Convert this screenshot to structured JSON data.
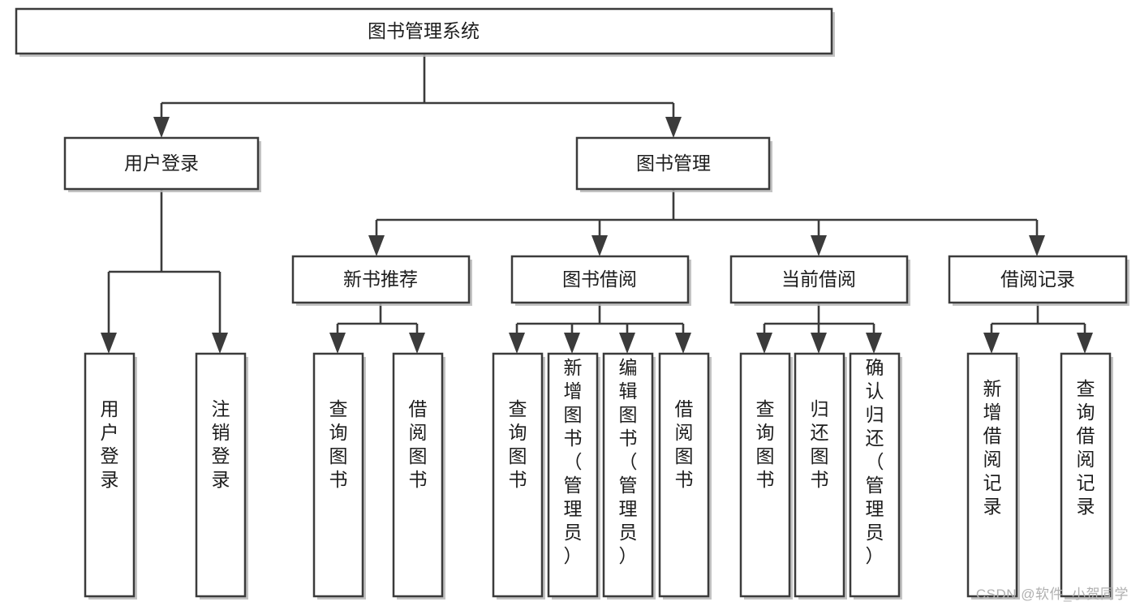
{
  "diagram": {
    "type": "tree",
    "title": "图书管理系统",
    "watermark": "CSDN @软件_小贺同学",
    "colors": {
      "box_fill": "#ffffff",
      "box_stroke": "#3b3b3b",
      "connector": "#3b3b3b",
      "text": "#1d1d1d",
      "watermark": "#b0b0b0"
    },
    "levels": {
      "root": "图书管理系统",
      "level2": [
        "用户登录",
        "图书管理"
      ],
      "level3": [
        "新书推荐",
        "图书借阅",
        "当前借阅",
        "借阅记录"
      ]
    },
    "nodes": {
      "root": {
        "label": "图书管理系统",
        "orientation": "horizontal"
      },
      "user_login": {
        "label": "用户登录",
        "orientation": "horizontal"
      },
      "book_manage": {
        "label": "图书管理",
        "orientation": "horizontal"
      },
      "new_book_rec": {
        "label": "新书推荐",
        "orientation": "horizontal"
      },
      "book_borrow": {
        "label": "图书借阅",
        "orientation": "horizontal"
      },
      "current_borrow": {
        "label": "当前借阅",
        "orientation": "horizontal"
      },
      "borrow_record": {
        "label": "借阅记录",
        "orientation": "horizontal"
      },
      "leaf_user_login": {
        "label": "用户登录",
        "orientation": "vertical"
      },
      "leaf_logout": {
        "label": "注销登录",
        "orientation": "vertical"
      },
      "leaf_query_book_1": {
        "label": "查询图书",
        "orientation": "vertical"
      },
      "leaf_borrow_book_1": {
        "label": "借阅图书",
        "orientation": "vertical"
      },
      "leaf_query_book_2": {
        "label": "查询图书",
        "orientation": "vertical"
      },
      "leaf_add_book": {
        "label": "新增图书（管理员）",
        "orientation": "vertical"
      },
      "leaf_edit_book": {
        "label": "编辑图书（管理员）",
        "orientation": "vertical"
      },
      "leaf_borrow_book_2": {
        "label": "借阅图书",
        "orientation": "vertical"
      },
      "leaf_query_book_3": {
        "label": "查询图书",
        "orientation": "vertical"
      },
      "leaf_return_book": {
        "label": "归还图书",
        "orientation": "vertical"
      },
      "leaf_confirm_return": {
        "label": "确认归还（管理员）",
        "orientation": "vertical"
      },
      "leaf_add_record": {
        "label": "新增借阅记录",
        "orientation": "vertical"
      },
      "leaf_query_record": {
        "label": "查询借阅记录",
        "orientation": "vertical"
      }
    },
    "edges": [
      {
        "from": "root",
        "to": "user_login"
      },
      {
        "from": "root",
        "to": "book_manage"
      },
      {
        "from": "user_login",
        "to": "leaf_user_login"
      },
      {
        "from": "user_login",
        "to": "leaf_logout"
      },
      {
        "from": "book_manage",
        "to": "new_book_rec"
      },
      {
        "from": "book_manage",
        "to": "book_borrow"
      },
      {
        "from": "book_manage",
        "to": "current_borrow"
      },
      {
        "from": "book_manage",
        "to": "borrow_record"
      },
      {
        "from": "new_book_rec",
        "to": "leaf_query_book_1"
      },
      {
        "from": "new_book_rec",
        "to": "leaf_borrow_book_1"
      },
      {
        "from": "book_borrow",
        "to": "leaf_query_book_2"
      },
      {
        "from": "book_borrow",
        "to": "leaf_add_book"
      },
      {
        "from": "book_borrow",
        "to": "leaf_edit_book"
      },
      {
        "from": "book_borrow",
        "to": "leaf_borrow_book_2"
      },
      {
        "from": "current_borrow",
        "to": "leaf_query_book_3"
      },
      {
        "from": "current_borrow",
        "to": "leaf_return_book"
      },
      {
        "from": "current_borrow",
        "to": "leaf_confirm_return"
      },
      {
        "from": "borrow_record",
        "to": "leaf_add_record"
      },
      {
        "from": "borrow_record",
        "to": "leaf_query_record"
      }
    ]
  }
}
